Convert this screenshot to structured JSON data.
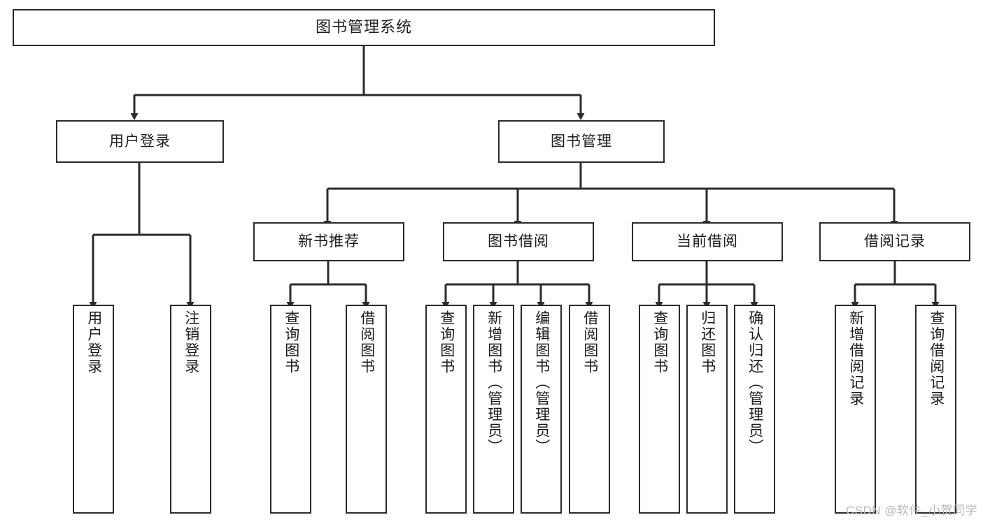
{
  "diagram": {
    "title": "图书管理系统",
    "type": "hierarchy-tree",
    "watermark": "CSDN @软件_小贺同学",
    "colors": {
      "stroke": "#2b2b2b",
      "text": "#1d1d1d",
      "background": "#ffffff",
      "watermark": "#b9b9b9"
    },
    "levels": {
      "root": "图书管理系统",
      "level2": [
        "用户登录",
        "图书管理"
      ],
      "level3": [
        "新书推荐",
        "图书借阅",
        "当前借阅",
        "借阅记录"
      ]
    },
    "nodes": {
      "root": {
        "label": "图书管理系统"
      },
      "user_login": {
        "label": "用户登录"
      },
      "book_manage": {
        "label": "图书管理"
      },
      "new_book_rec": {
        "label": "新书推荐"
      },
      "book_borrow": {
        "label": "图书借阅"
      },
      "current_borrow": {
        "label": "当前借阅"
      },
      "borrow_record": {
        "label": "借阅记录"
      },
      "leaf_user_login": {
        "label": "用户登录"
      },
      "leaf_logout": {
        "label": "注销登录"
      },
      "leaf_query_book_a": {
        "label": "查询图书"
      },
      "leaf_borrow_book_a": {
        "label": "借阅图书"
      },
      "leaf_query_book_b": {
        "label": "查询图书"
      },
      "leaf_add_book": {
        "label": "新增图书（管理员）"
      },
      "leaf_edit_book": {
        "label": "编辑图书（管理员）"
      },
      "leaf_borrow_book_b": {
        "label": "借阅图书"
      },
      "leaf_query_book_c": {
        "label": "查询图书"
      },
      "leaf_return_book": {
        "label": "归还图书"
      },
      "leaf_confirm_return": {
        "label": "确认归还（管理员）"
      },
      "leaf_add_record": {
        "label": "新增借阅记录"
      },
      "leaf_query_record": {
        "label": "查询借阅记录"
      }
    },
    "edges": [
      {
        "from": "图书管理系统",
        "to": "用户登录"
      },
      {
        "from": "图书管理系统",
        "to": "图书管理"
      },
      {
        "from": "用户登录",
        "to": "用户登录"
      },
      {
        "from": "用户登录",
        "to": "注销登录"
      },
      {
        "from": "图书管理",
        "to": "新书推荐"
      },
      {
        "from": "图书管理",
        "to": "图书借阅"
      },
      {
        "from": "图书管理",
        "to": "当前借阅"
      },
      {
        "from": "图书管理",
        "to": "借阅记录"
      },
      {
        "from": "新书推荐",
        "to": "查询图书"
      },
      {
        "from": "新书推荐",
        "to": "借阅图书"
      },
      {
        "from": "图书借阅",
        "to": "查询图书"
      },
      {
        "from": "图书借阅",
        "to": "新增图书（管理员）"
      },
      {
        "from": "图书借阅",
        "to": "编辑图书（管理员）"
      },
      {
        "from": "图书借阅",
        "to": "借阅图书"
      },
      {
        "from": "当前借阅",
        "to": "查询图书"
      },
      {
        "from": "当前借阅",
        "to": "归还图书"
      },
      {
        "from": "当前借阅",
        "to": "确认归还（管理员）"
      },
      {
        "from": "借阅记录",
        "to": "新增借阅记录"
      },
      {
        "from": "借阅记录",
        "to": "查询借阅记录"
      }
    ]
  }
}
